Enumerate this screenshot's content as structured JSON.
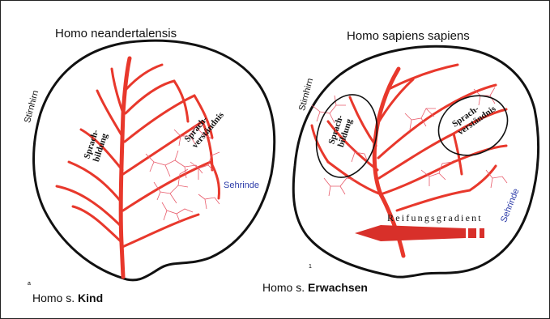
{
  "left_brain": {
    "title": "Homo neandertalensis",
    "frontal_label": "Stirnhirn",
    "visual_label": "Sehrinde",
    "speech_production_label": "Sprach-\nbildung",
    "speech_comprehension_label": "Sprach-\nverständnis",
    "caption_prefix": "Homo s. ",
    "caption_emphasis": "Kind"
  },
  "right_brain": {
    "title": "Homo sapiens sapiens",
    "frontal_label": "Stirnhirn",
    "visual_label": "Sehrinde",
    "speech_production_label": "Sprach-\nbildung",
    "speech_comprehension_label": "Sprach-\nverständnis",
    "gradient_label": "Reifungsgradient",
    "caption_prefix": "Homo s. ",
    "caption_emphasis": "Erwachsen"
  },
  "colors": {
    "vessel": "#e8382c",
    "capillary": "#e85a6a",
    "outline": "#111111",
    "visual_label": "#2b3aa8",
    "arrow": "#d8302a"
  }
}
